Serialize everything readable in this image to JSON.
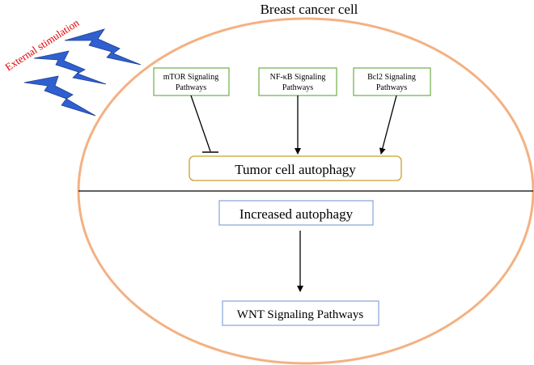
{
  "title": "Breast cancer cell",
  "external_label": "External stimulation",
  "pathways": [
    {
      "line1": "mTOR Signaling",
      "line2": "Pathways",
      "relation": "inhibits"
    },
    {
      "line1": "NF-κB Signaling",
      "line2": "Pathways",
      "relation": "activates"
    },
    {
      "line1": "Bcl2 Signaling",
      "line2": "Pathways",
      "relation": "activates"
    }
  ],
  "autophagy_box": "Tumor cell autophagy",
  "increased_box": "Increased autophagy",
  "wnt_box": "WNT Signaling Pathways",
  "colors": {
    "cell_outline": "#f4b183",
    "pathway_border": "#70ad47",
    "autophagy_border": "#c9a227",
    "lower_box_border": "#8faadc",
    "bolt_fill": "#2f5fd0",
    "bolt_stroke": "#1f3f8f",
    "external_text": "#e00000",
    "line": "#000000"
  }
}
